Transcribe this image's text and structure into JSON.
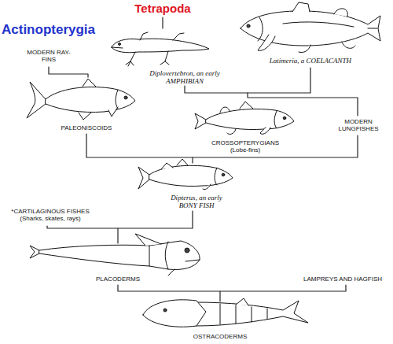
{
  "diagram": {
    "labels": [
      "Tetrapoda",
      "Actinopterygia",
      "MODERN RAY-FINS",
      "Diplovertebron, an early AMPHIBIAN",
      "Latimeria, a COELACANTH",
      "PALEONISCOIDS",
      "CROSSOPTERYGIANS (Lobe-fins)",
      "MODERN LUNGFISHES",
      "Dipterus, an early BONY FISH",
      "*CARTILAGINOUS FISHES (Sharks, skates, rays)",
      "PLACODERMS",
      "LAMPREYS AND HAGFISH",
      "OSTRACODERMS"
    ]
  }
}
